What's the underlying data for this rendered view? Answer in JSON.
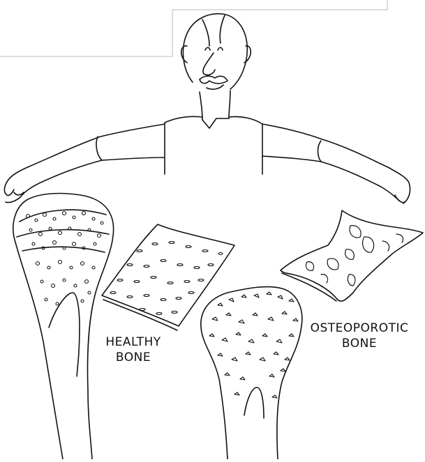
{
  "labels": {
    "healthy_line1": "HEALTHY",
    "healthy_line2": "BONE",
    "osteo_line1": "OSTEOPOROTIC",
    "osteo_line2": "BONE"
  },
  "colors": {
    "ink": "#111111",
    "background": "#ffffff"
  }
}
